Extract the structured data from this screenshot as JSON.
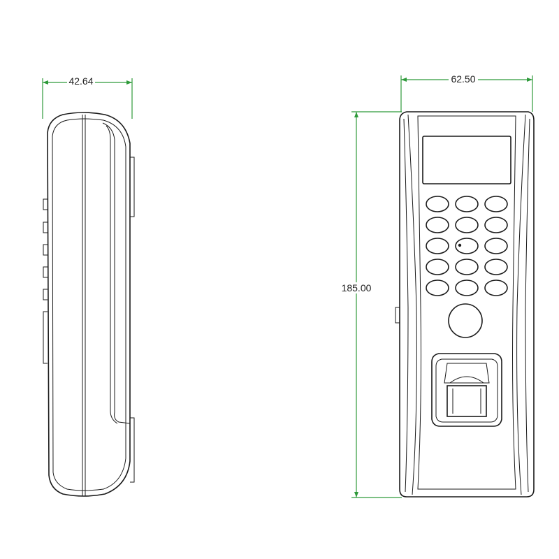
{
  "dimensions": {
    "side_width": "42.64",
    "front_width": "62.50",
    "height": "185.00"
  },
  "colors": {
    "dimension_line": "#2e9a3a",
    "outline": "#1a1a1a"
  },
  "keypad": {
    "rows": 5,
    "cols": 3
  }
}
